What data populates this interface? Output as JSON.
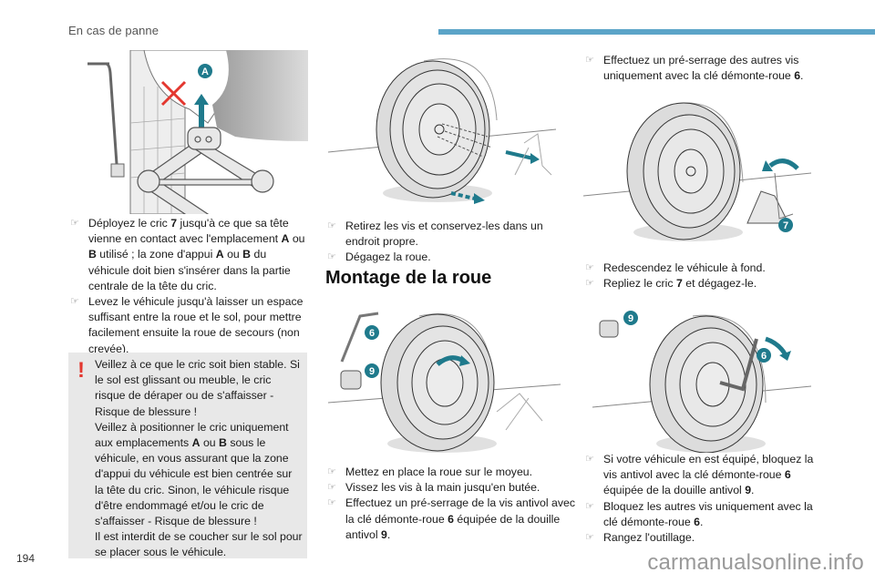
{
  "header": {
    "title": "En cas de panne",
    "bar_color": "#5ba4c8"
  },
  "colors": {
    "accent": "#1f7a8c",
    "warning": "#e3372f",
    "warning_bg": "#e8e8e8"
  },
  "column1": {
    "illustration": {
      "icon": "jack-under-vehicle-illustration",
      "badge": "A"
    },
    "steps": [
      {
        "parts": [
          {
            "t": "Déployez le cric "
          },
          {
            "t": "7",
            "b": true
          },
          {
            "t": " jusqu'à ce que sa tête vienne en contact avec l'emplacement "
          },
          {
            "t": "A",
            "b": true
          },
          {
            "t": " ou "
          },
          {
            "t": "B",
            "b": true
          },
          {
            "t": " utilisé ; la zone d'appui "
          },
          {
            "t": "A",
            "b": true
          },
          {
            "t": " ou "
          },
          {
            "t": "B",
            "b": true
          },
          {
            "t": " du véhicule doit bien s'insérer dans la partie centrale de la tête du cric."
          }
        ]
      },
      {
        "parts": [
          {
            "t": "Levez le véhicule jusqu'à laisser un espace suffisant entre la roue et le sol, pour mettre facilement ensuite la roue de secours (non crevée)."
          }
        ]
      }
    ],
    "warning": {
      "icon": "exclamation-warning-icon",
      "parts": [
        {
          "t": "Veillez à ce que le cric soit bien stable. Si le sol est glissant ou meuble, le cric risque de déraper ou de s'affaisser - Risque de blessure !"
        },
        {
          "br": true
        },
        {
          "t": "Veillez à positionner le cric uniquement aux emplacements "
        },
        {
          "t": "A",
          "b": true
        },
        {
          "t": " ou "
        },
        {
          "t": "B",
          "b": true
        },
        {
          "t": " sous le véhicule, en vous assurant que la zone d'appui du véhicule est bien centrée sur la tête du cric. Sinon, le véhicule risque d'être endommagé et/ou le cric de s'affaisser - Risque de blessure !"
        },
        {
          "br": true
        },
        {
          "t": "Il est interdit de se coucher sur le sol pour se placer sous le véhicule."
        }
      ]
    }
  },
  "column2": {
    "illustration_top": {
      "icon": "wheel-removal-illustration"
    },
    "steps_top": [
      {
        "parts": [
          {
            "t": "Retirez les vis et conservez-les dans un endroit propre."
          }
        ]
      },
      {
        "parts": [
          {
            "t": "Dégagez la roue."
          }
        ]
      }
    ],
    "section_title": "Montage de la roue",
    "illustration_bottom": {
      "icon": "wheel-mounting-illustration",
      "badges": [
        "6",
        "9"
      ]
    },
    "steps_bottom": [
      {
        "parts": [
          {
            "t": "Mettez en place la roue sur le moyeu."
          }
        ]
      },
      {
        "parts": [
          {
            "t": "Vissez les vis à la main jusqu'en butée."
          }
        ]
      },
      {
        "parts": [
          {
            "t": "Effectuez un pré-serrage de la vis antivol avec la clé démonte-roue "
          },
          {
            "t": "6",
            "b": true
          },
          {
            "t": " équipée de la douille antivol "
          },
          {
            "t": "9",
            "b": true
          },
          {
            "t": "."
          }
        ]
      }
    ]
  },
  "column3": {
    "steps_top": [
      {
        "parts": [
          {
            "t": "Effectuez un pré-serrage des autres vis uniquement avec la clé démonte-roue "
          },
          {
            "t": "6",
            "b": true
          },
          {
            "t": "."
          }
        ]
      }
    ],
    "illustration_top": {
      "icon": "jack-lowering-illustration",
      "badge": "7"
    },
    "steps_middle": [
      {
        "parts": [
          {
            "t": "Redescendez le véhicule à fond."
          }
        ]
      },
      {
        "parts": [
          {
            "t": "Repliez le cric "
          },
          {
            "t": "7",
            "b": true
          },
          {
            "t": " et dégagez-le."
          }
        ]
      }
    ],
    "illustration_bottom": {
      "icon": "wheel-tightening-illustration",
      "badges": [
        "9",
        "6"
      ]
    },
    "steps_bottom": [
      {
        "parts": [
          {
            "t": "Si votre véhicule en est équipé, bloquez la vis antivol avec la clé démonte-roue "
          },
          {
            "t": "6",
            "b": true
          },
          {
            "t": " équipée de la douille antivol "
          },
          {
            "t": "9",
            "b": true
          },
          {
            "t": "."
          }
        ]
      },
      {
        "parts": [
          {
            "t": "Bloquez les autres vis uniquement avec la clé démonte-roue "
          },
          {
            "t": "6",
            "b": true
          },
          {
            "t": "."
          }
        ]
      },
      {
        "parts": [
          {
            "t": "Rangez l'outillage."
          }
        ]
      }
    ]
  },
  "bullet_glyph": "☞",
  "footer": {
    "page_number": "194",
    "watermark": "carmanualsonline.info"
  }
}
